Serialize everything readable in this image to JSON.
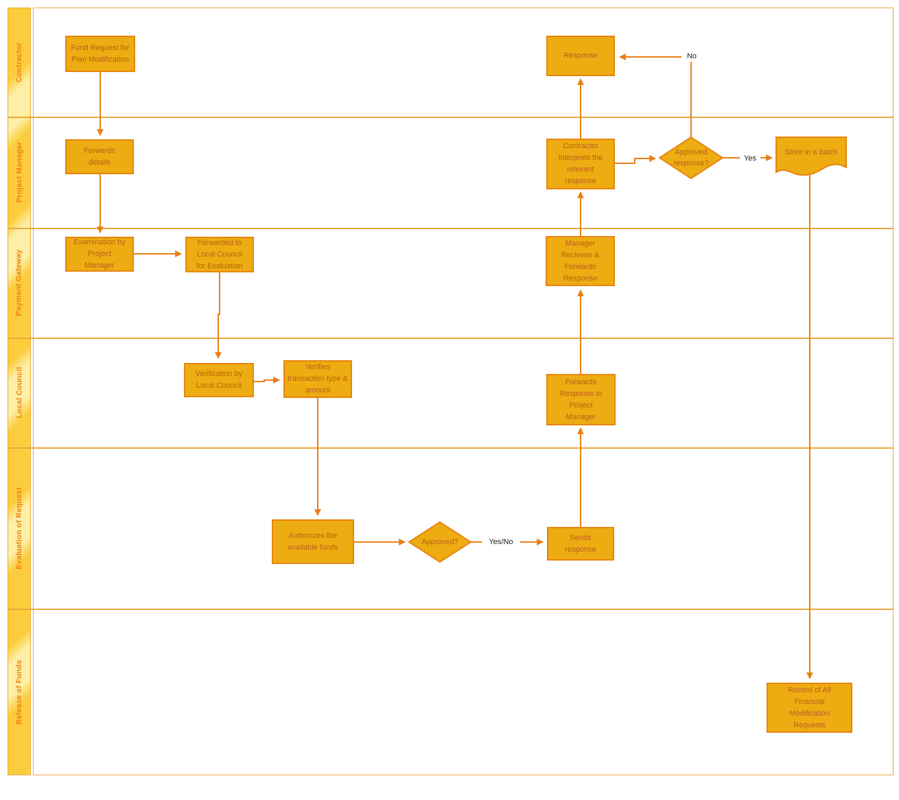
{
  "diagram_type": "swimlane-flowchart",
  "lanes": [
    {
      "label": "Contractor"
    },
    {
      "label": "Project Manager"
    },
    {
      "label": "Payment Gateway"
    },
    {
      "label": "Local Council"
    },
    {
      "label": "Evaluation of Request"
    },
    {
      "label": "Release of Funds"
    }
  ],
  "nodes": {
    "fund_request": {
      "label": "Fund Request for Plan Modification",
      "shape": "process",
      "lane": "Contractor"
    },
    "forwards_details": {
      "label": "Forwards details",
      "shape": "process",
      "lane": "Project Manager"
    },
    "examination": {
      "label": "Examination by Project Manager",
      "shape": "process",
      "lane": "Payment Gateway"
    },
    "forwarded_lc": {
      "label": "Forwarded to Local Council for Evaluation",
      "shape": "process",
      "lane": "Payment Gateway"
    },
    "verification_lc": {
      "label": "Verification by Local Council",
      "shape": "process",
      "lane": "Local Council"
    },
    "verifies_transaction": {
      "label": "Verifies transaction type & amount",
      "shape": "process",
      "lane": "Local Council"
    },
    "authorizes_funds": {
      "label": "Authorizes the available funds",
      "shape": "process",
      "lane": "Evaluation of Request"
    },
    "approved_decision": {
      "label": "Approved?",
      "shape": "decision",
      "lane": "Evaluation of Request"
    },
    "sends_response": {
      "label": "Sends response",
      "shape": "process",
      "lane": "Evaluation of Request"
    },
    "forwards_response": {
      "label": "Forwards Response to Project Manager",
      "shape": "process",
      "lane": "Local Council"
    },
    "manager_receives": {
      "label": "Manager Recieves & Forwards Response",
      "shape": "process",
      "lane": "Payment Gateway"
    },
    "contractor_interprets": {
      "label": "Contractor Interprets the relevant response",
      "shape": "process",
      "lane": "Project Manager"
    },
    "response": {
      "label": "Response",
      "shape": "process",
      "lane": "Contractor"
    },
    "approved_response": {
      "label": "Approved response?",
      "shape": "decision",
      "lane": "Project Manager"
    },
    "store_batch": {
      "label": "Store in a batch",
      "shape": "document",
      "lane": "Project Manager"
    },
    "record_all": {
      "label": "Record of All Financial Modification Requests",
      "shape": "process",
      "lane": "Release of Funds"
    }
  },
  "edge_labels": {
    "no": "No",
    "yes": "Yes",
    "yes_no": "Yes/No"
  },
  "connections": [
    {
      "from": "fund_request",
      "to": "forwards_details",
      "label": ""
    },
    {
      "from": "forwards_details",
      "to": "examination",
      "label": ""
    },
    {
      "from": "examination",
      "to": "forwarded_lc",
      "label": ""
    },
    {
      "from": "forwarded_lc",
      "to": "verification_lc",
      "label": ""
    },
    {
      "from": "verification_lc",
      "to": "verifies_transaction",
      "label": ""
    },
    {
      "from": "verifies_transaction",
      "to": "authorizes_funds",
      "label": ""
    },
    {
      "from": "authorizes_funds",
      "to": "approved_decision",
      "label": ""
    },
    {
      "from": "approved_decision",
      "to": "sends_response",
      "label": "Yes/No"
    },
    {
      "from": "sends_response",
      "to": "forwards_response",
      "label": ""
    },
    {
      "from": "forwards_response",
      "to": "manager_receives",
      "label": ""
    },
    {
      "from": "manager_receives",
      "to": "contractor_interprets",
      "label": ""
    },
    {
      "from": "contractor_interprets",
      "to": "response",
      "label": ""
    },
    {
      "from": "contractor_interprets",
      "to": "approved_response",
      "label": ""
    },
    {
      "from": "approved_response",
      "to": "store_batch",
      "label": "Yes"
    },
    {
      "from": "approved_response",
      "to": "response",
      "label": "No"
    },
    {
      "from": "store_batch",
      "to": "record_all",
      "label": ""
    }
  ],
  "colors": {
    "node_fill": "#ECAC12",
    "node_border": "#E98410",
    "node_text": "#BB5F17",
    "lane_border": "#E9A93F",
    "lane_label_text": "#F0820F",
    "lane_band_gold": "#FBCD3C",
    "lane_band_light": "#FDEFA6",
    "connector": "#E87F16",
    "edge_label_text": "#1C1C1C",
    "background": "#FFFFFF"
  }
}
